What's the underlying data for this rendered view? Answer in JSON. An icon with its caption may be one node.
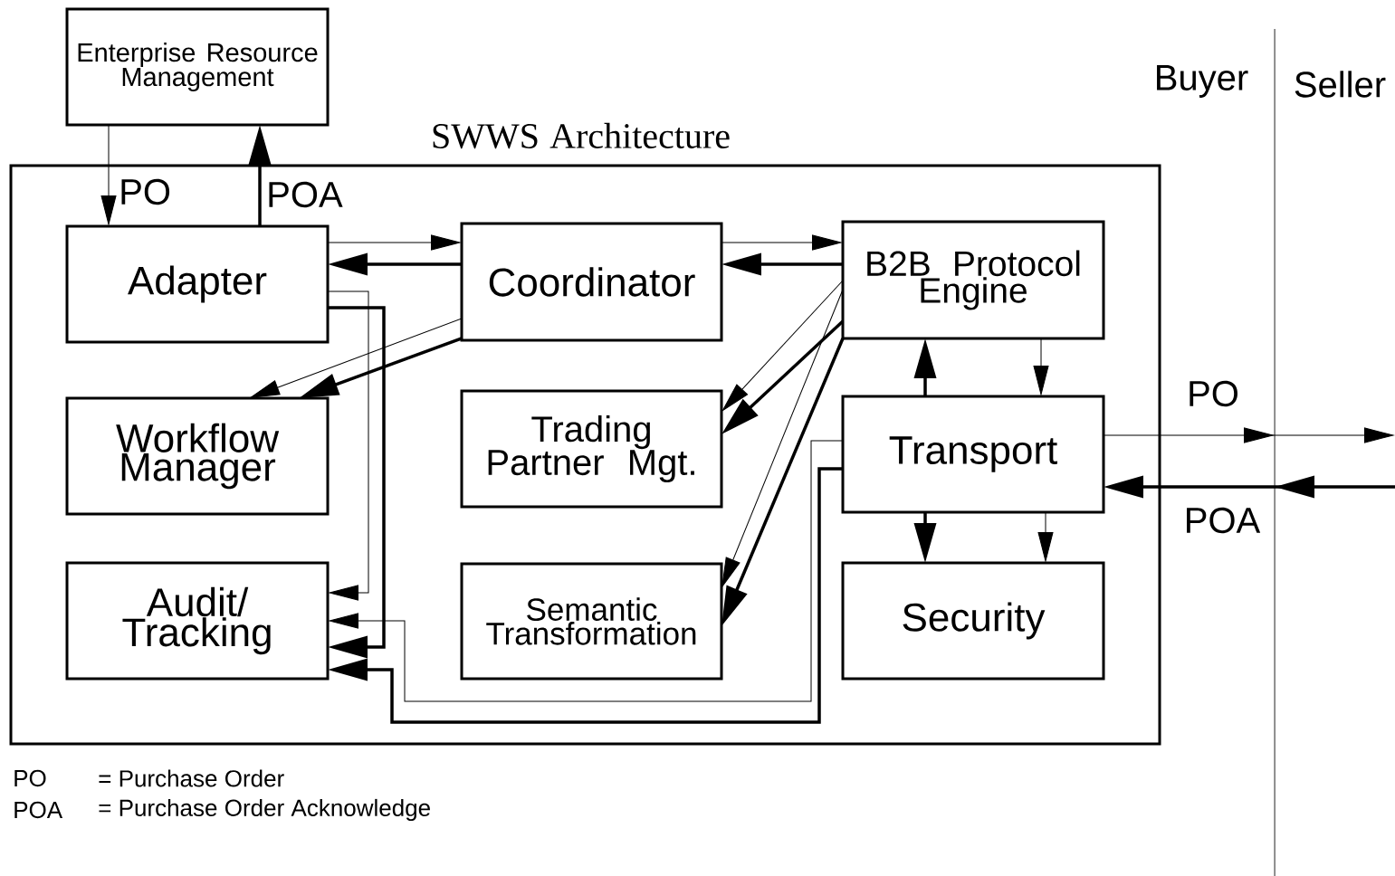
{
  "diagram": {
    "nodes": [
      {
        "text": [
          "Enterprise Resource Management"
        ]
      },
      {
        "text": [
          "SWWS Architecture"
        ]
      },
      {
        "text": [
          "Adapter"
        ],
        "in": 1
      },
      {
        "text": [
          "Coordinator"
        ],
        "in": 1
      },
      {
        "text": [
          "B2B Protocol Engine"
        ],
        "in": 1
      },
      {
        "text": [
          "Workflow Manager"
        ],
        "in": 1
      },
      {
        "text": [
          "Trading Partner Mgt."
        ],
        "in": 1
      },
      {
        "text": [
          "Transport"
        ],
        "in": 1
      },
      {
        "text": [
          "Audit/ Tracking"
        ],
        "in": 1
      },
      {
        "text": [
          "Semantic Transformation"
        ],
        "in": 1
      },
      {
        "text": [
          "Security"
        ],
        "in": 1
      }
    ],
    "edges": [
      {
        "from": 0,
        "to": 2,
        "arrow": "to",
        "label": "PO"
      },
      {
        "from": 2,
        "to": 0,
        "arrow": "to",
        "label": "POA",
        "style": "thick"
      },
      {
        "from": 2,
        "to": 3,
        "arrow": "to"
      },
      {
        "from": 3,
        "to": 2,
        "arrow": "to",
        "style": "thick"
      },
      {
        "from": 3,
        "to": 4,
        "arrow": "to"
      },
      {
        "from": 4,
        "to": 3,
        "arrow": "to",
        "style": "thick"
      },
      {
        "from": 3,
        "to": 5,
        "arrow": "to"
      },
      {
        "from": 3,
        "to": 5,
        "arrow": "to",
        "style": "thick"
      },
      {
        "from": 4,
        "to": 6,
        "arrow": "to"
      },
      {
        "from": 4,
        "to": 6,
        "arrow": "to",
        "style": "thick"
      },
      {
        "from": 4,
        "to": 9,
        "arrow": "to"
      },
      {
        "from": 4,
        "to": 9,
        "arrow": "to",
        "style": "thick"
      },
      {
        "from": 7,
        "to": 4,
        "arrow": "to",
        "style": "thick"
      },
      {
        "from": 4,
        "to": 7,
        "arrow": "to"
      },
      {
        "from": 7,
        "to": 10,
        "arrow": "to",
        "style": "thick"
      },
      {
        "from": 7,
        "to": 10,
        "arrow": "to"
      },
      {
        "from": 2,
        "to": 8,
        "arrow": "to"
      },
      {
        "from": 2,
        "to": 8,
        "arrow": "to",
        "style": "thick"
      },
      {
        "from": 7,
        "to": 8,
        "arrow": "to"
      },
      {
        "from": 7,
        "to": 8,
        "arrow": "to",
        "style": "thick"
      },
      {
        "from": 7,
        "to": null,
        "arrow": "to",
        "label": "PO"
      },
      {
        "from": null,
        "to": 7,
        "arrow": "to",
        "label": "POA",
        "style": "thick"
      }
    ],
    "labels": [
      "Buyer",
      "Seller",
      "PO",
      "= Purchase Order",
      "POA",
      "= Purchase Order Acknowledge"
    ]
  }
}
